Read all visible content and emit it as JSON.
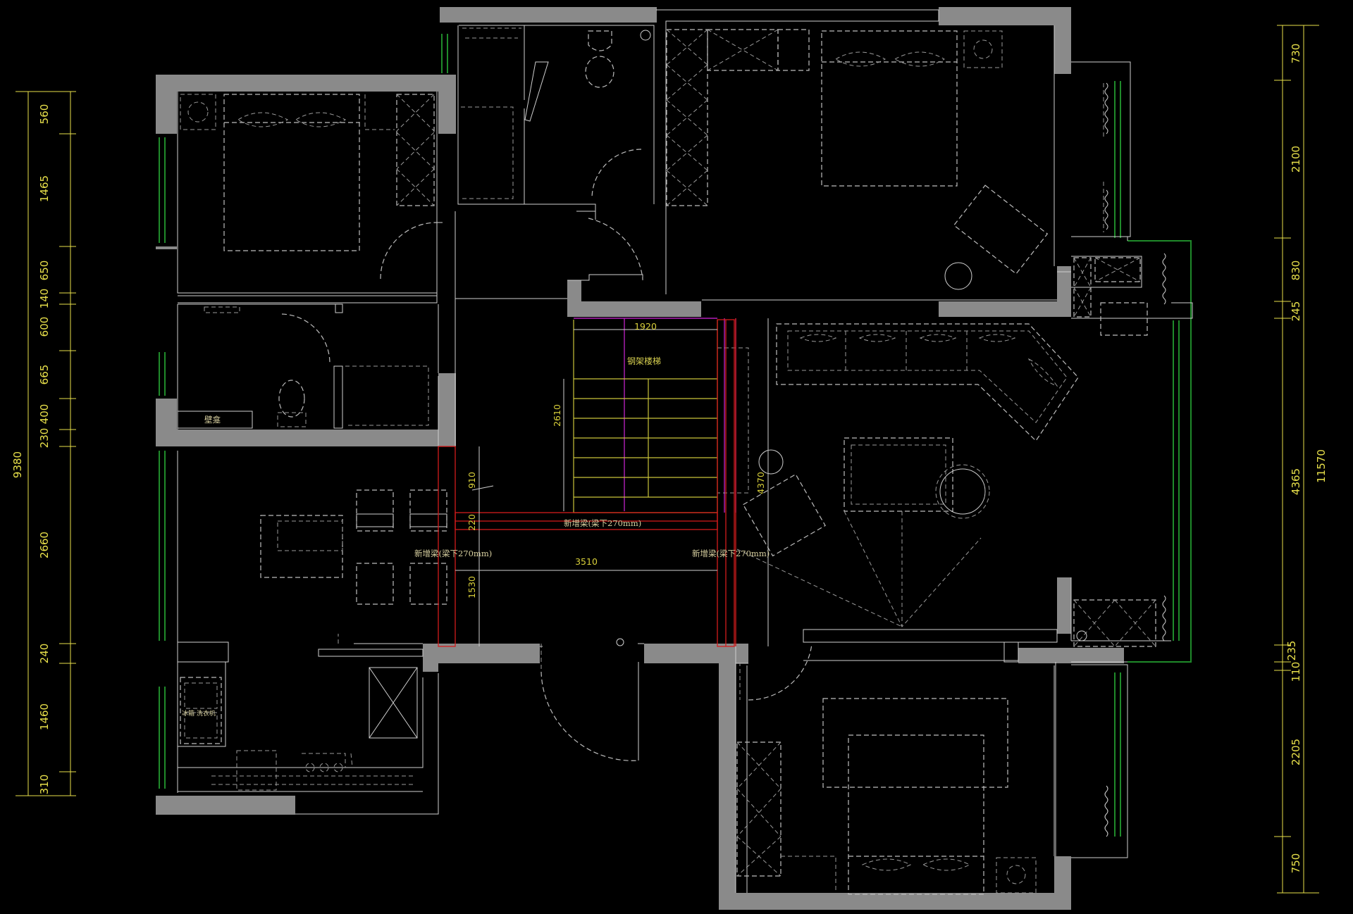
{
  "drawing": {
    "left_dims": [
      "560",
      "1465",
      "650",
      "140",
      "600",
      "665",
      "400",
      "230",
      "2660",
      "240",
      "1460",
      "310"
    ],
    "left_total": "9380",
    "right_dims": [
      "730",
      "2100",
      "830",
      "245",
      "4365",
      "235",
      "110",
      "2205",
      "750"
    ],
    "right_total": "11570",
    "inner_dims": {
      "stair_width": "1920",
      "stair_length": "2610",
      "d910": "910",
      "d220": "220",
      "d1530": "1530",
      "d3510": "3510",
      "d4370": "4370"
    },
    "labels": {
      "stair": "钢架楼梯",
      "beam_top": "新增梁(梁下270mm)",
      "beam_left": "新增梁(梁下270mm)",
      "beam_right": "新增梁(梁下270mm)",
      "niche": "壁龛",
      "appliance": "冰箱 洗衣机"
    }
  },
  "colors": {
    "background": "#000000",
    "wall": "#8a8a8a",
    "window": "#1f8a2a",
    "beam": "#d31b1b",
    "stair_edge": "#b11fb8",
    "dimension": "#e8e04a"
  }
}
